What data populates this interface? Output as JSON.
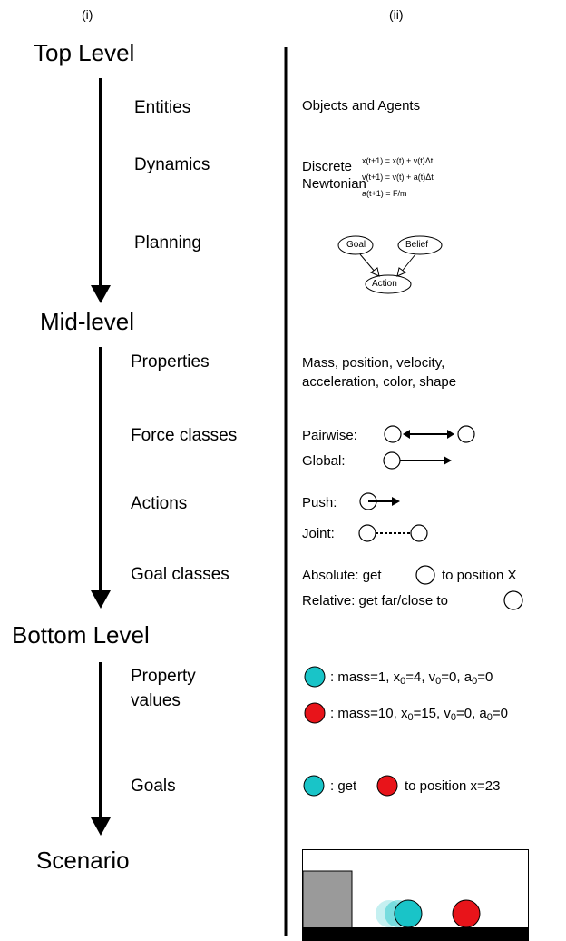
{
  "columns": {
    "left": "(i)",
    "right": "(ii)"
  },
  "levels": {
    "top": "Top Level",
    "mid": "Mid-level",
    "bottom": "Bottom Level",
    "scenario": "Scenario"
  },
  "top": {
    "entities": {
      "label": "Entities",
      "desc": "Objects and Agents"
    },
    "dynamics": {
      "label": "Dynamics",
      "desc_line1": "Discrete",
      "desc_line2": "Newtonian",
      "eq1": "x(t+1) = x(t) + v(t)Δt",
      "eq2": "v(t+1) = v(t) + a(t)Δt",
      "eq3": "a(t+1) = F/m"
    },
    "planning": {
      "label": "Planning",
      "goal": "Goal",
      "belief": "Belief",
      "action": "Action"
    }
  },
  "mid": {
    "properties": {
      "label": "Properties",
      "line1": "Mass, position, velocity,",
      "line2": "acceleration, color, shape"
    },
    "force_classes": {
      "label": "Force classes",
      "pairwise": "Pairwise:",
      "global": "Global:"
    },
    "actions": {
      "label": "Actions",
      "push": "Push:",
      "joint": "Joint:"
    },
    "goal_classes": {
      "label": "Goal classes",
      "absolute_pre": "Absolute:  get",
      "absolute_post": "to position X",
      "relative_pre": "Relative:  get far/close to"
    }
  },
  "bottom": {
    "property_values": {
      "label_line1": "Property",
      "label_line2": "values",
      "cyan": {
        "mass": ": mass=1, x",
        "x0": "=4, v",
        "v0": "=0, a",
        "a0": "=0",
        "sub": "0"
      },
      "red": {
        "mass": ": mass=10, x",
        "x0": "=15, v",
        "v0": "=0, a",
        "a0": "=0",
        "sub": "0"
      }
    },
    "goals": {
      "label": "Goals",
      "pre": ": get",
      "post": "to position x=23"
    }
  },
  "colors": {
    "cyan": "#19c4c8",
    "red": "#e8141a",
    "box": "#9a9a9a",
    "floor": "#000000"
  }
}
